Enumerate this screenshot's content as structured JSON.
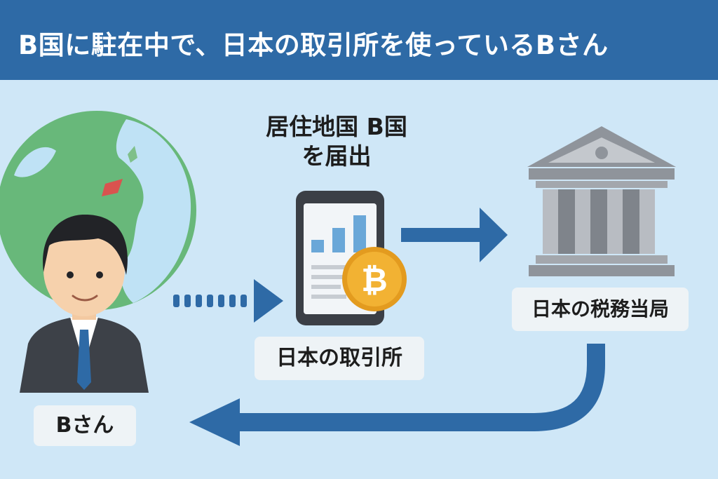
{
  "header": {
    "title": "B国に駐在中で、日本の取引所を使っているBさん"
  },
  "labels": {
    "person": "Bさん",
    "exchange": "日本の取引所",
    "tax_authority": "日本の税務当局",
    "declaration_line1": "居住地国 B国",
    "declaration_line2": "を届出"
  },
  "icons": {
    "globe": "globe-icon",
    "person": "businessman-icon",
    "phone": "smartphone-chart-icon",
    "coin": "bitcoin-icon",
    "building": "government-building-icon"
  },
  "colors": {
    "header_bg": "#2e6aa6",
    "page_bg": "#cfe7f7",
    "arrow": "#2e6aa6",
    "coin": "#f2b233",
    "building": "#9a9ea5"
  }
}
